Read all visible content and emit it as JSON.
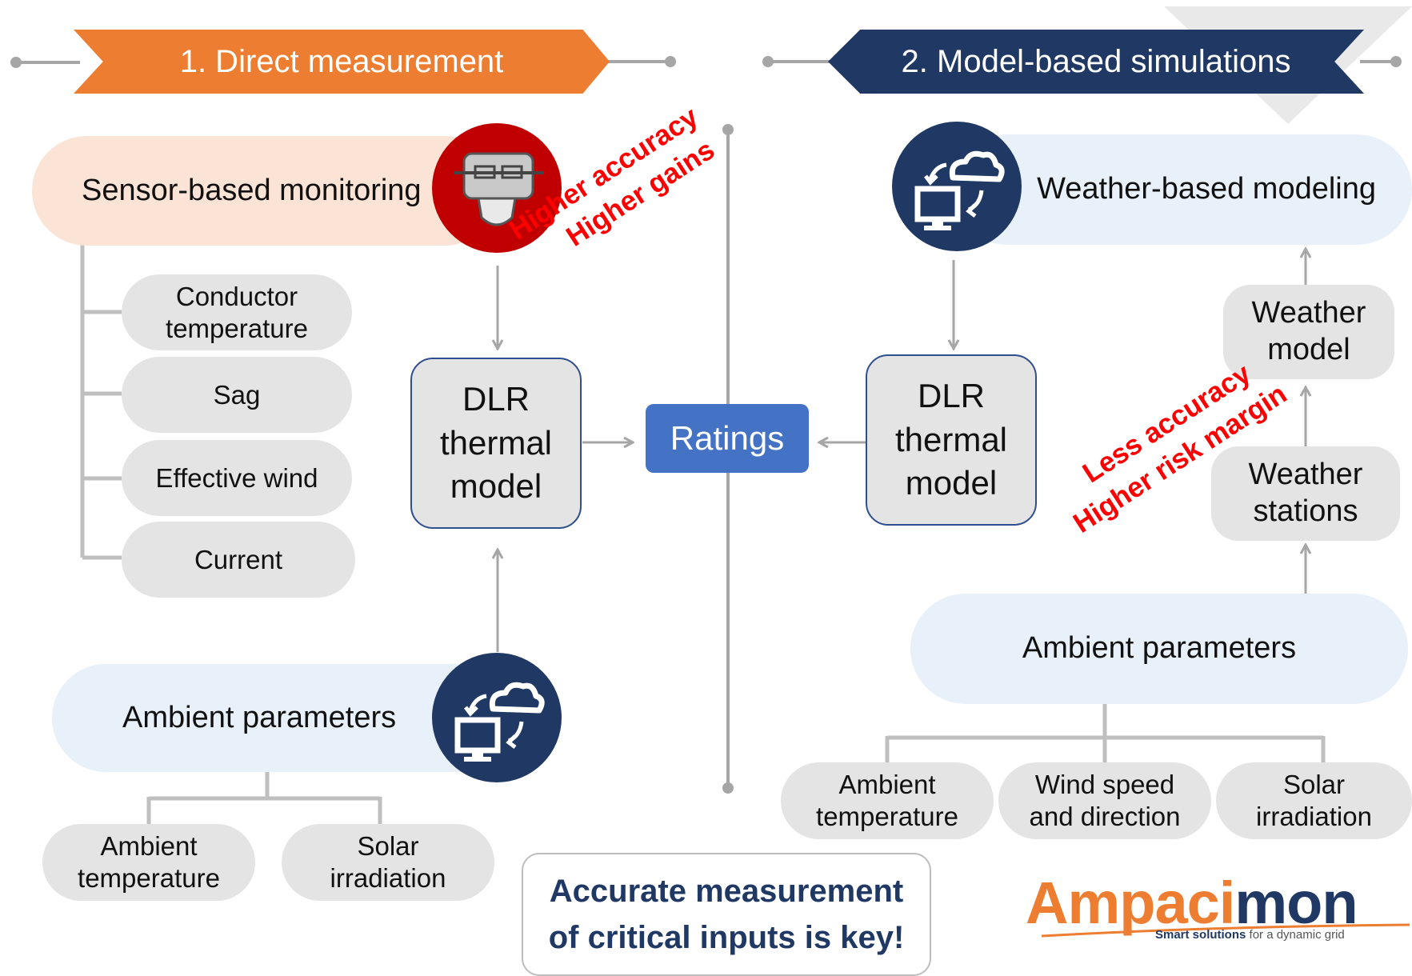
{
  "colors": {
    "orange": "#ed7d31",
    "navy": "#203864",
    "red": "#c00000",
    "blue": "#4472c4",
    "gray": "#e4e4e4"
  },
  "left": {
    "banner": "1. Direct measurement",
    "sensor_box": "Sensor-based monitoring",
    "sensor_icon": "line-sensor-icon",
    "sensor_items": [
      "Conductor temperature",
      "Sag",
      "Effective wind",
      "Current"
    ],
    "annotation": [
      "Higher accuracy",
      "Higher gains"
    ],
    "model": "DLR thermal model",
    "ambient": "Ambient parameters",
    "ambient_icon": "cloud-computer-icon",
    "ambient_items": [
      "Ambient temperature",
      "Solar irradiation"
    ]
  },
  "center": {
    "ratings": "Ratings",
    "key_message": "Accurate measurement of critical inputs is key!"
  },
  "right": {
    "banner": "2. Model-based simulations",
    "weather_box": "Weather-based modeling",
    "weather_icon": "cloud-computer-icon",
    "model": "DLR thermal model",
    "weather_model": "Weather model",
    "weather_stations": "Weather stations",
    "annotation": [
      "Less accuracy",
      "Higher risk margin"
    ],
    "ambient": "Ambient parameters",
    "ambient_items": [
      "Ambient temperature",
      "Wind speed and direction",
      "Solar irradiation"
    ]
  },
  "logo": {
    "brand_a": "Ampaci",
    "brand_b": "mon",
    "tagline_bold": "Smart solutions",
    "tagline_rest": "for a dynamic grid"
  }
}
